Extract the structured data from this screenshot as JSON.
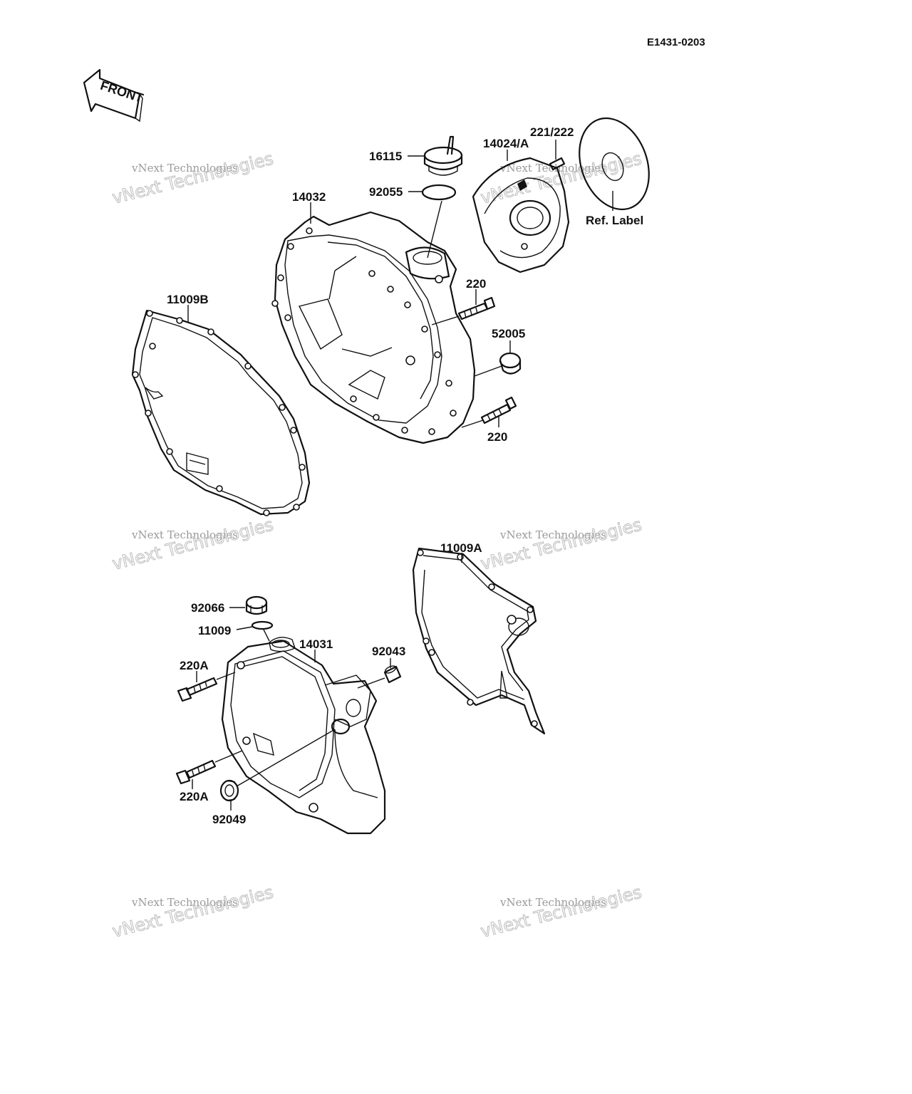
{
  "document_id": "E1431-0203",
  "front_arrow_label": "FRONT",
  "watermark": {
    "line1": "vNext Technologies",
    "line2": "vNext Technologies"
  },
  "labels": {
    "p16115": "16115",
    "p92055": "92055",
    "p14032": "14032",
    "p14024A": "14024/A",
    "p221_222": "221/222",
    "ref_label": "Ref. Label",
    "p11009B": "11009B",
    "p220_top": "220",
    "p52005": "52005",
    "p220_bottom": "220",
    "p11009A": "11009A",
    "p92066": "92066",
    "p11009": "11009",
    "p14031": "14031",
    "p92043": "92043",
    "p220A_top": "220A",
    "p220A_bottom": "220A",
    "p92049": "92049"
  }
}
